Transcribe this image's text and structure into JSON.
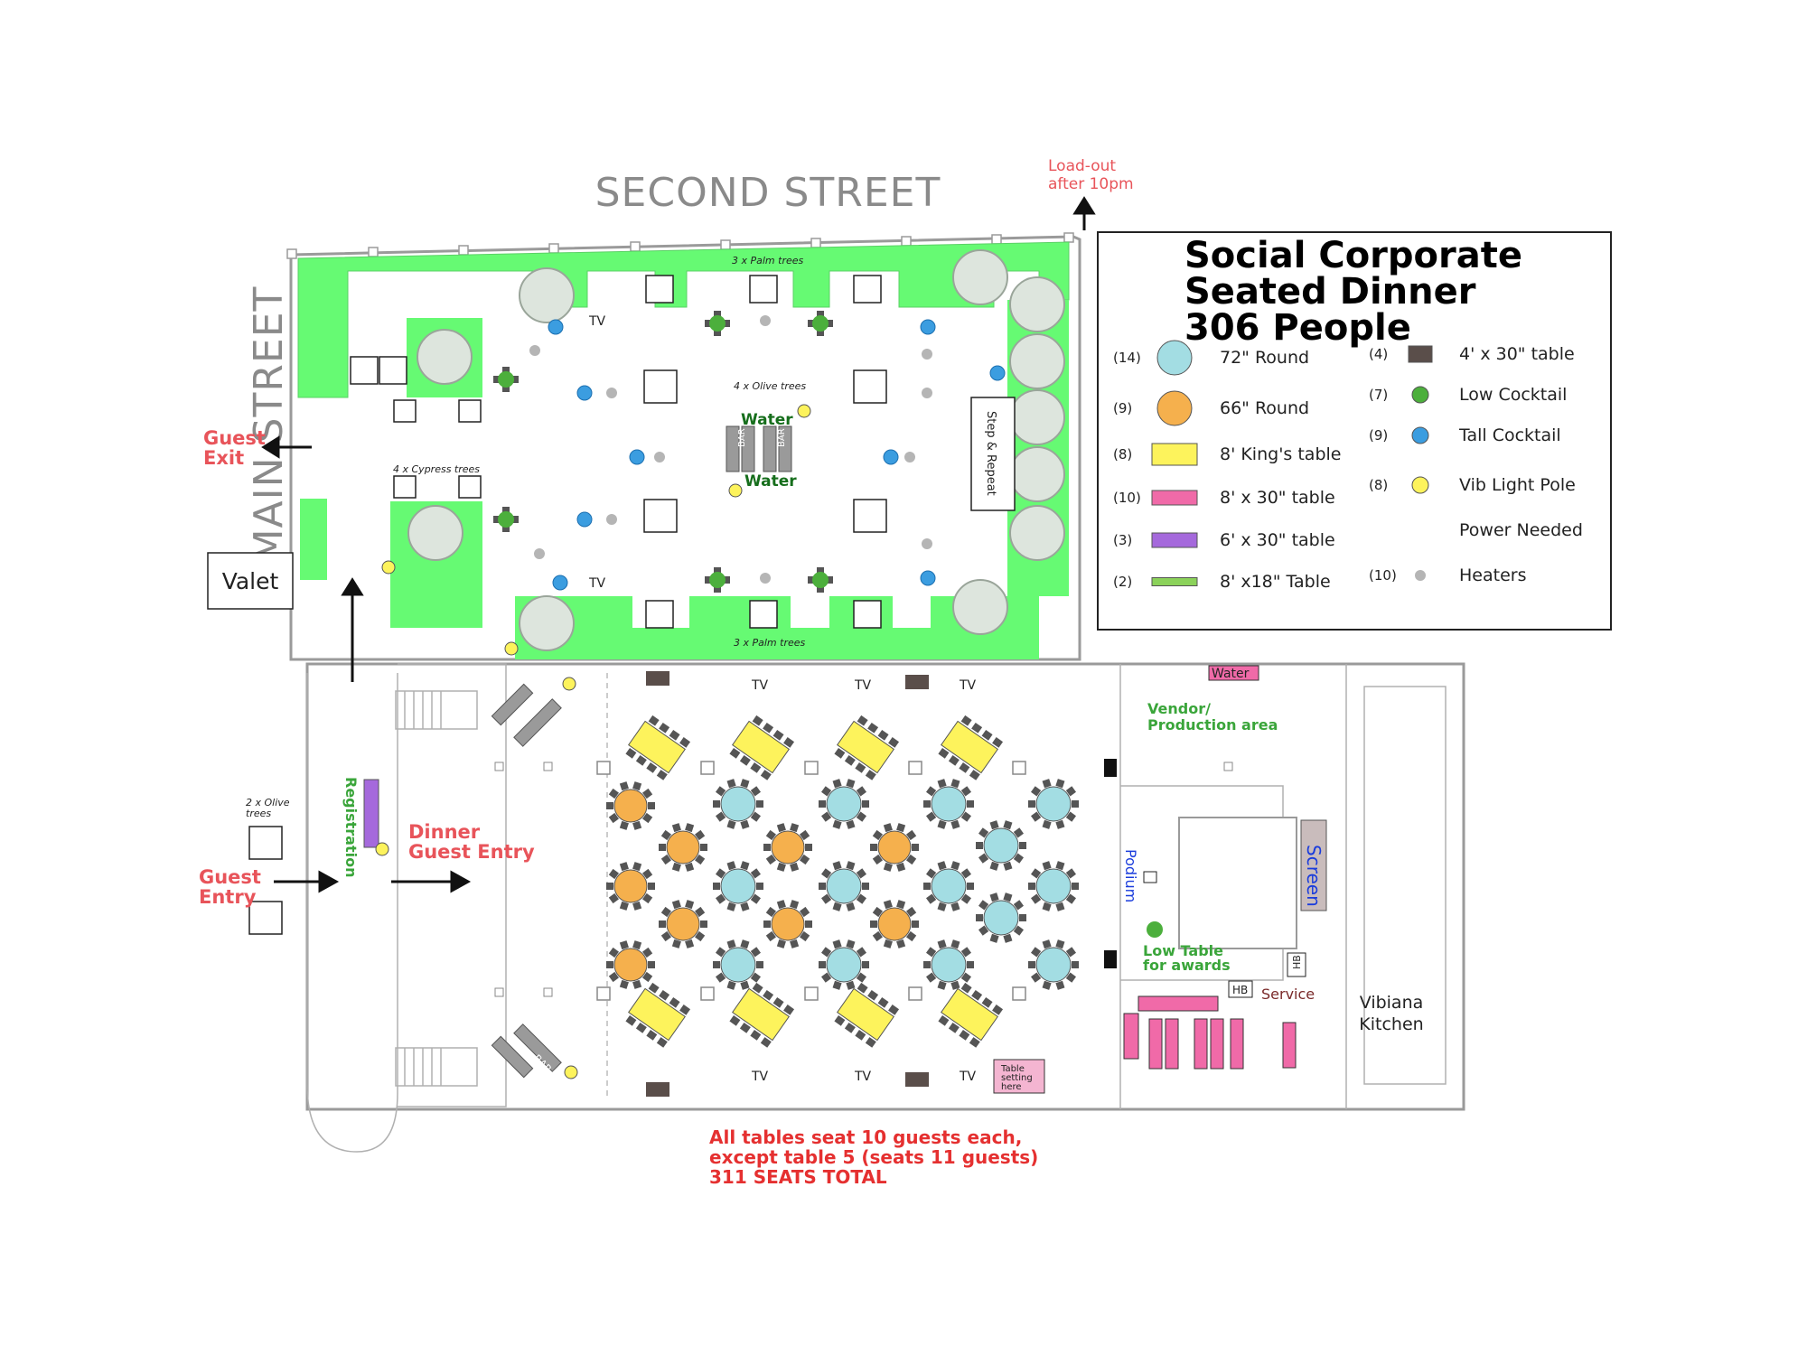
{
  "streets": {
    "second": "SECOND STREET",
    "main": "MAIN STREET"
  },
  "labels": {
    "load_out_line1": "Load-out",
    "load_out_line2": "after 10pm",
    "guest_exit_line1": "Guest",
    "guest_exit_line2": "Exit",
    "guest_entry_line1": "Guest",
    "guest_entry_line2": "Entry",
    "dinner_entry_line1": "Dinner",
    "dinner_entry_line2": "Guest Entry",
    "valet": "Valet",
    "registration": "Registration",
    "vendor_line1": "Vendor/",
    "vendor_line2": "Production area",
    "podium": "Podium",
    "screen": "Screen",
    "low_table_line1": "Low Table",
    "low_table_line2": "for awards",
    "service": "Service",
    "hb": "HB",
    "kitchen_line1": "Vibiana",
    "kitchen_line2": "Kitchen",
    "step_repeat": "Step & Repeat",
    "water": "Water",
    "bar": "BAR",
    "tv": "TV",
    "palm_trees": "3 x Palm trees",
    "olive_trees": "4 x Olive trees",
    "cypress_trees": "4 x Cypress trees",
    "olive_trees_2_line1": "2 x Olive",
    "olive_trees_2_line2": "trees",
    "table_setting_line1": "Table",
    "table_setting_line2": "setting",
    "table_setting_line3": "here"
  },
  "note": {
    "line1": "All tables seat 10 guests each,",
    "line2": "except table 5 (seats 11 guests)",
    "line3": "311 SEATS TOTAL"
  },
  "legend": {
    "title_line1": "Social Corporate",
    "title_line2": "Seated Dinner",
    "title_line3": "306 People",
    "items": [
      {
        "count": "(14)",
        "label": "72\" Round",
        "color": "#a3dde3"
      },
      {
        "count": "(9)",
        "label": "66\" Round",
        "color": "#f5b04d"
      },
      {
        "count": "(8)",
        "label": "8' King's table",
        "color": "#fdf35c"
      },
      {
        "count": "(10)",
        "label": "8' x 30\" table",
        "color": "#f06aa8"
      },
      {
        "count": "(3)",
        "label": "6' x 30\" table",
        "color": "#a569dc"
      },
      {
        "count": "(2)",
        "label": "8' x18\" Table",
        "color": "#8bd25a"
      },
      {
        "count": "(4)",
        "label": "4' x 30\" table",
        "color": "#5a4e4a"
      },
      {
        "count": "(7)",
        "label": "Low Cocktail",
        "color": "#4caf3c"
      },
      {
        "count": "(9)",
        "label": "Tall Cocktail",
        "color": "#3b9de0"
      },
      {
        "count": "(8)",
        "label": "Vib Light Pole",
        "color": "#fdf35c"
      },
      {
        "count": "",
        "label": "Power Needed",
        "color": ""
      },
      {
        "count": "(10)",
        "label": "Heaters",
        "color": "#b5b5b5"
      }
    ]
  },
  "colors": {
    "lawn": "#66fa73",
    "round72": "#a3dde3",
    "round66": "#f5b04d",
    "kings": "#fdf35c",
    "pink": "#f06aa8",
    "purple": "#a569dc",
    "lowCocktail": "#4caf3c",
    "tallCocktail": "#3b9de0",
    "pole": "#fdf35c",
    "heater": "#b5b5b5"
  }
}
